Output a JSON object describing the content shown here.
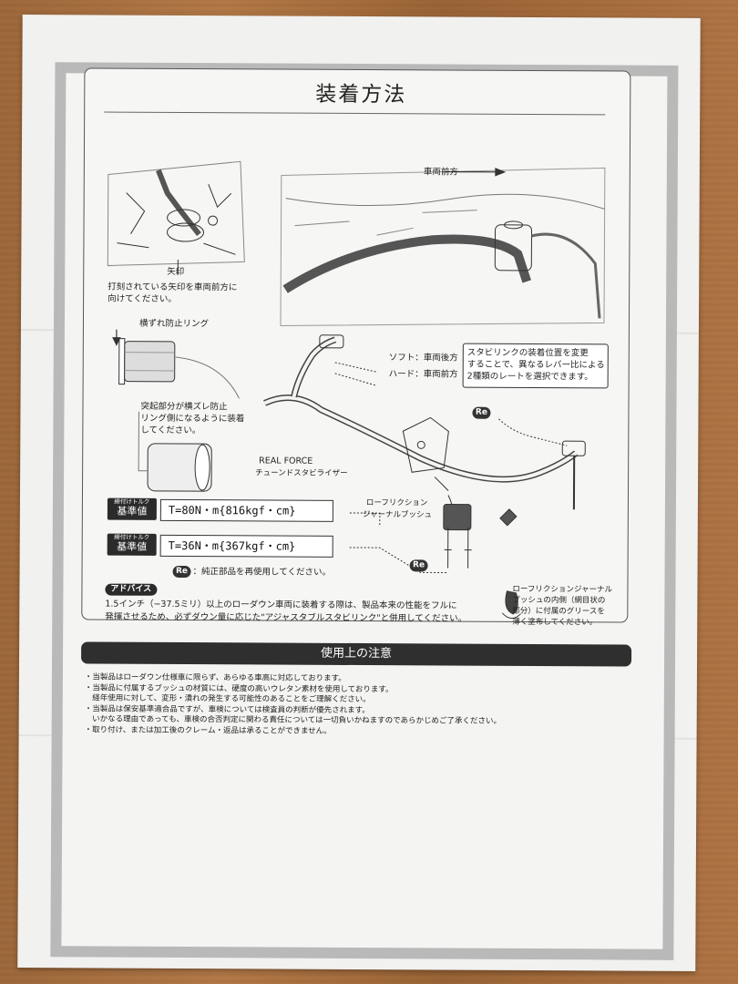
{
  "sheet": {
    "title": "装着方法",
    "notes_heading": "使用上の注意"
  },
  "diagram": {
    "forward_label": "車両前方",
    "arrow_mark_label": "矢印",
    "arrow_mark_note": [
      "打刻されている矢印を車両前方に",
      "向けてください。"
    ],
    "anti_slip_ring_label": "横ずれ防止リング",
    "bushing_note": [
      "突起部分が横ズレ防止",
      "リング側になるように装着",
      "してください。"
    ],
    "soft_label": "ソフト：車両後方",
    "hard_label": "ハード：車両前方",
    "link_note": [
      "スタビリンクの装着位置を変更",
      "することで、異なるレバー比による",
      "2種類のレートを選択できます。"
    ],
    "product_name": "REAL FORCE",
    "product_sub": "チューンドスタビライザー",
    "bushing_label": [
      "ローフリクション",
      "ジャーナルブッシュ"
    ],
    "grease_note": [
      "ローフリクションジャーナル",
      "ブッシュの内側（網目状の",
      "部分）に付属のグリースを",
      "薄く塗布してください。"
    ],
    "re_badge": "Re",
    "re_note": "：純正部品を再使用してください。"
  },
  "torque": [
    {
      "tag_small": "締付けトルク",
      "tag": "基準値",
      "value": "T=80N・m{816kgf・cm}"
    },
    {
      "tag_small": "締付けトルク",
      "tag": "基準値",
      "value": "T=36N・m{367kgf・cm}"
    }
  ],
  "advice": {
    "tag": "アドバイス",
    "lines": [
      "1.5インチ（−37.5ミリ）以上のローダウン車両に装着する際は、製品本来の性能をフルに",
      "発揮させるため、必ずダウン量に応じた\"アジャスタブルスタビリンク\"と併用してください。"
    ]
  },
  "notes": [
    "・当製品はローダウン仕様車に限らず、あらゆる車高に対応しております。",
    "・当製品に付属するブッシュの材質には、硬度の高いウレタン素材を使用しております。",
    "　経年使用に対して、変形・潰れの発生する可能性のあることをご理解ください。",
    "・当製品は保安基準適合品ですが、車検については検査員の判断が優先されます。",
    "　いかなる理由であっても、車検の合否判定に関わる責任については一切負いかねますのであらかじめご了承ください。",
    "・取り付け、または加工後のクレーム・返品は承ることができません。"
  ]
}
